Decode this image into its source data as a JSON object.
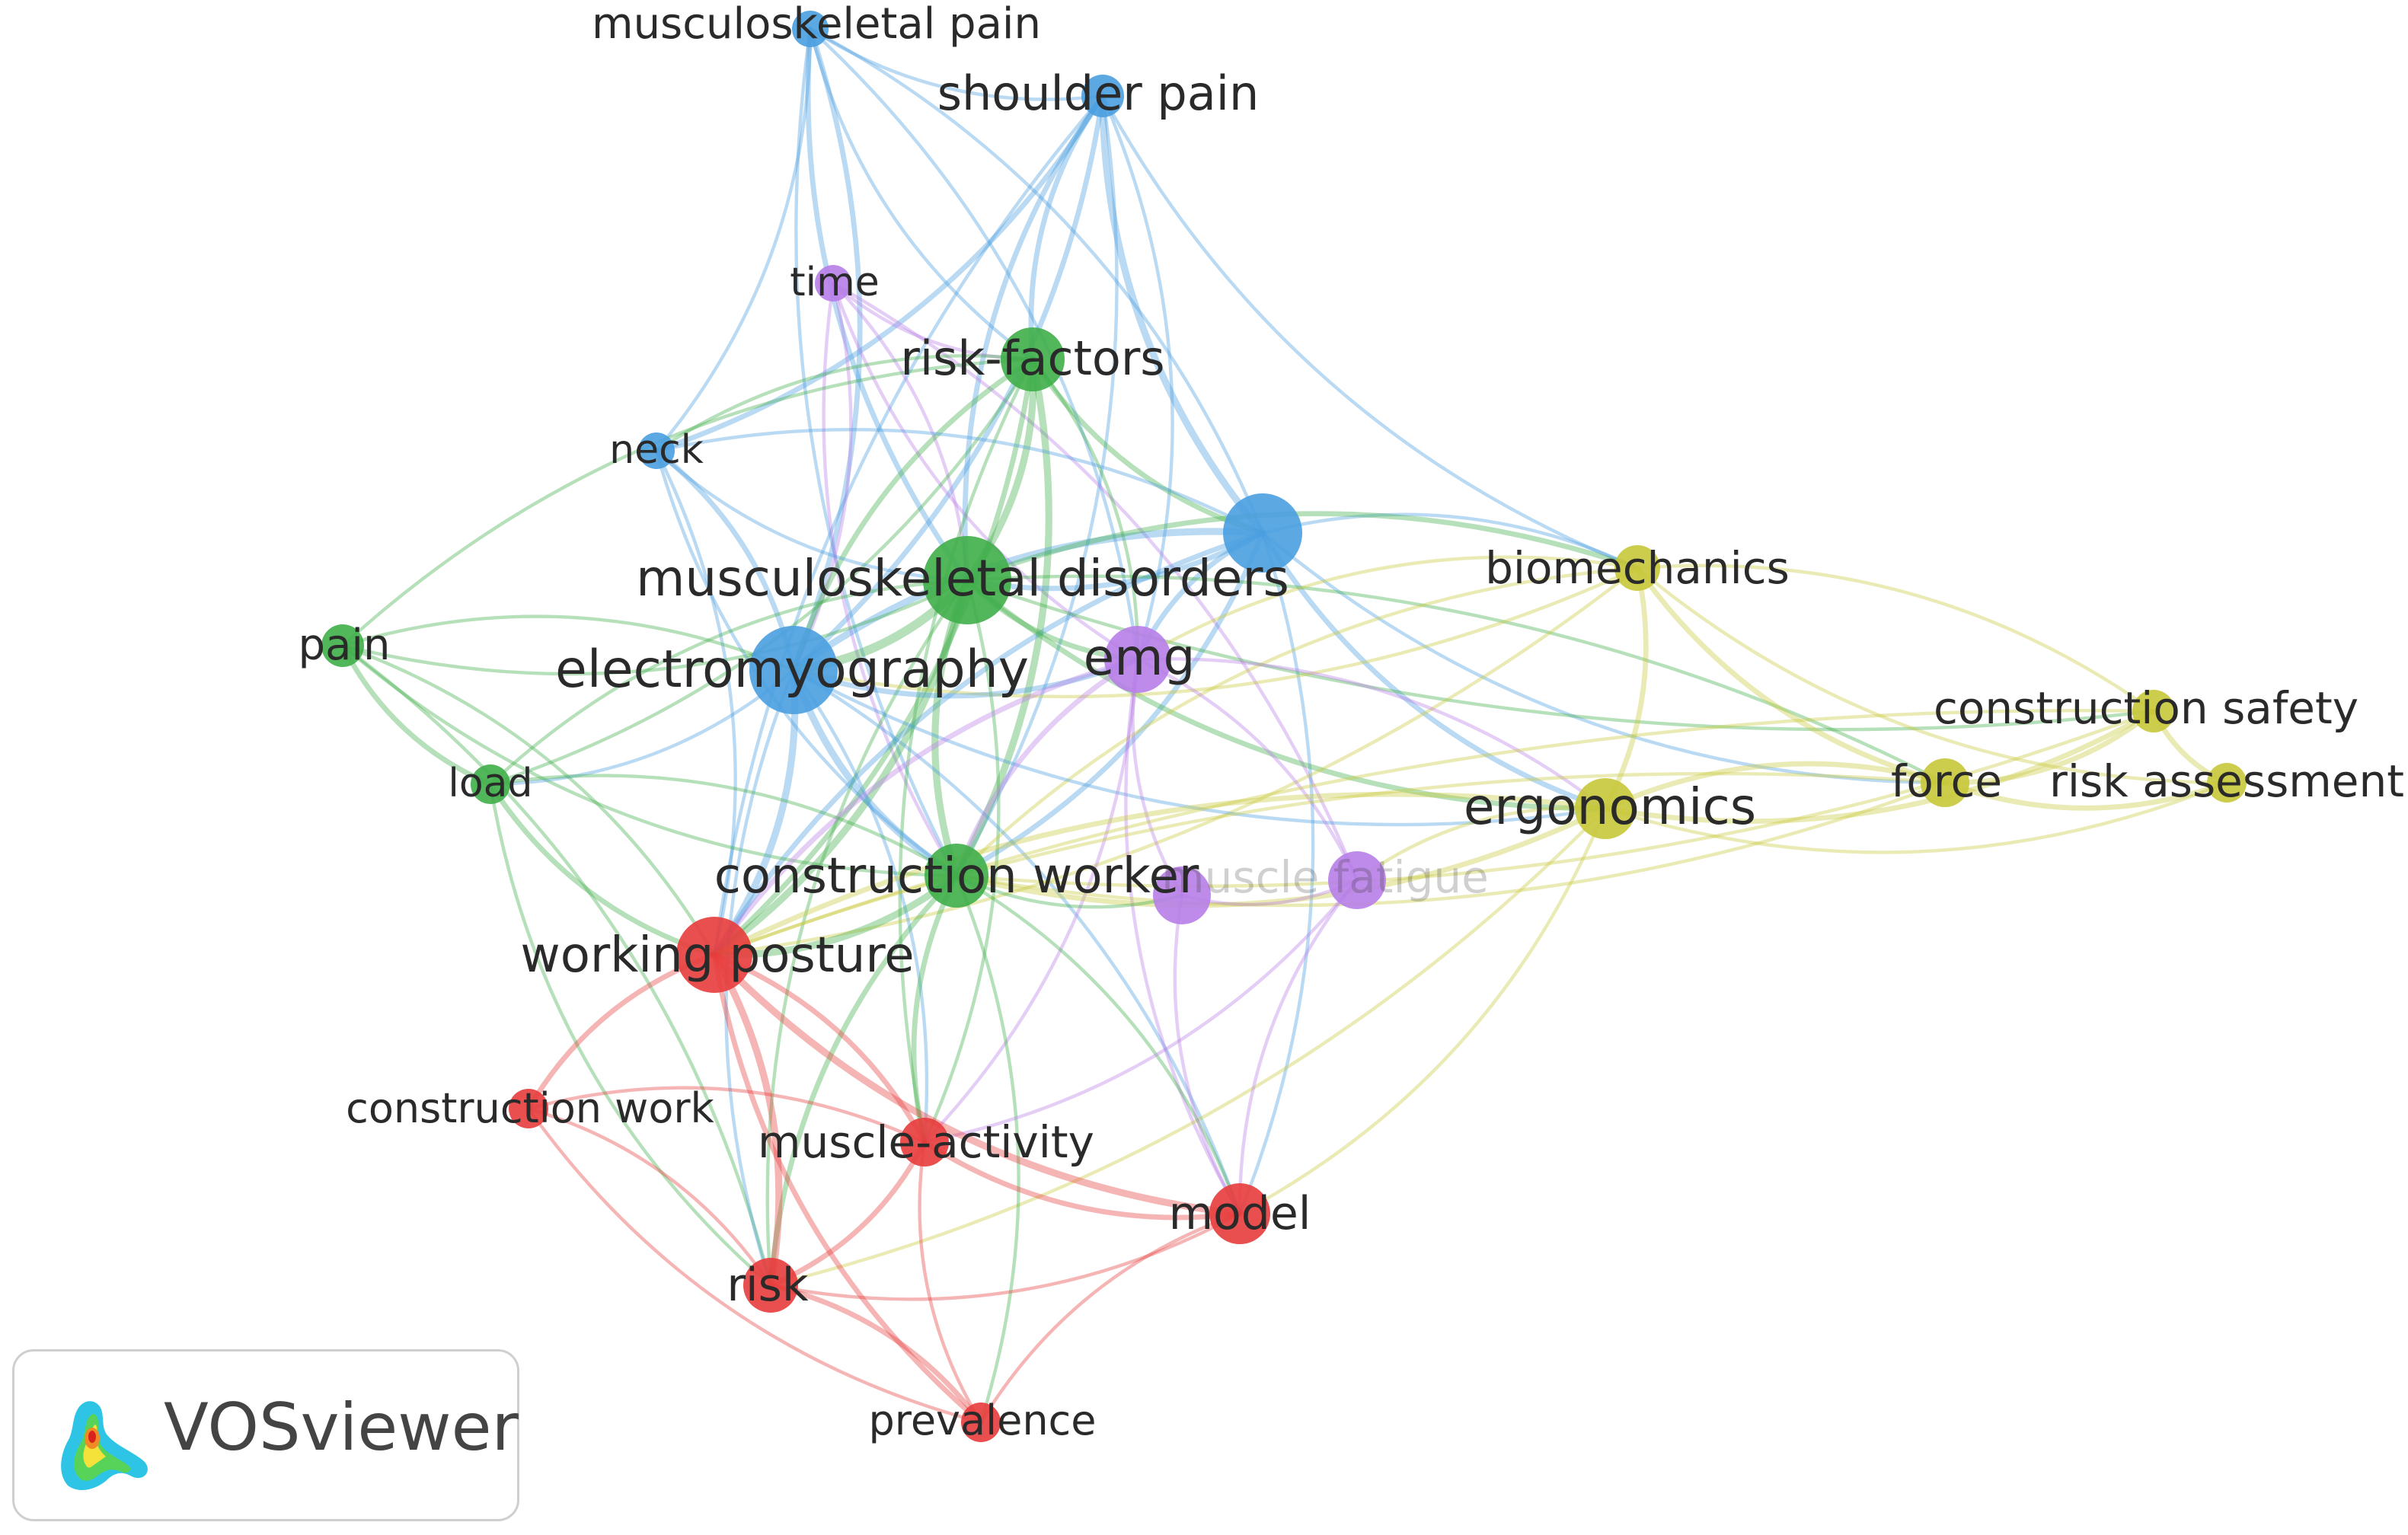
{
  "clusters": {
    "red": "#e83c3c",
    "green": "#3fae49",
    "blue": "#4a9fe0",
    "yellow": "#c8c83a",
    "purple": "#b77ee8"
  },
  "nodes": [
    {
      "id": "musculoskeletal-pain",
      "label": "musculoskeletal pain",
      "cluster": "blue",
      "weight": 1
    },
    {
      "id": "shoulder-pain",
      "label": "shoulder pain",
      "cluster": "blue",
      "weight": 2
    },
    {
      "id": "time",
      "label": "time",
      "cluster": "purple",
      "weight": 1
    },
    {
      "id": "risk-factors",
      "label": "risk-factors",
      "cluster": "green",
      "weight": 3
    },
    {
      "id": "neck",
      "label": "neck",
      "cluster": "blue",
      "weight": 1
    },
    {
      "id": "blue-hub",
      "label": "",
      "cluster": "blue",
      "weight": 4
    },
    {
      "id": "musculoskeletal-disorders",
      "label": "musculoskeletal disorders",
      "cluster": "green",
      "weight": 4
    },
    {
      "id": "biomechanics",
      "label": "biomechanics",
      "cluster": "yellow",
      "weight": 2
    },
    {
      "id": "pain",
      "label": "pain",
      "cluster": "green",
      "weight": 1
    },
    {
      "id": "electromyography",
      "label": "electromyography",
      "cluster": "blue",
      "weight": 5
    },
    {
      "id": "emg",
      "label": "emg",
      "cluster": "purple",
      "weight": 3
    },
    {
      "id": "construction-safety",
      "label": "construction safety",
      "cluster": "yellow",
      "weight": 1
    },
    {
      "id": "load",
      "label": "load",
      "cluster": "green",
      "weight": 1
    },
    {
      "id": "ergonomics",
      "label": "ergonomics",
      "cluster": "yellow",
      "weight": 3
    },
    {
      "id": "force",
      "label": "force",
      "cluster": "yellow",
      "weight": 2
    },
    {
      "id": "risk-assessment",
      "label": "risk assessment",
      "cluster": "yellow",
      "weight": 1
    },
    {
      "id": "construction-worker",
      "label": "construction worker",
      "cluster": "green",
      "weight": 3
    },
    {
      "id": "muscle-fatigue",
      "label": "muscle fatigue",
      "cluster": "purple",
      "weight": 2
    },
    {
      "id": "purple-node-2",
      "label": "",
      "cluster": "purple",
      "weight": 2
    },
    {
      "id": "working-posture",
      "label": "working posture",
      "cluster": "red",
      "weight": 4
    },
    {
      "id": "construction-work",
      "label": "construction work",
      "cluster": "red",
      "weight": 1
    },
    {
      "id": "muscle-activity",
      "label": "muscle-activity",
      "cluster": "red",
      "weight": 2
    },
    {
      "id": "model",
      "label": "model",
      "cluster": "red",
      "weight": 3
    },
    {
      "id": "risk",
      "label": "risk",
      "cluster": "red",
      "weight": 2
    },
    {
      "id": "prevalence",
      "label": "prevalence",
      "cluster": "red",
      "weight": 1
    }
  ],
  "links": [
    [
      "musculoskeletal-pain",
      "shoulder-pain",
      1
    ],
    [
      "musculoskeletal-pain",
      "electromyography",
      2
    ],
    [
      "musculoskeletal-pain",
      "musculoskeletal-disorders",
      2
    ],
    [
      "musculoskeletal-pain",
      "neck",
      1
    ],
    [
      "musculoskeletal-pain",
      "risk-factors",
      1
    ],
    [
      "musculoskeletal-pain",
      "blue-hub",
      1
    ],
    [
      "musculoskeletal-pain",
      "construction-worker",
      1
    ],
    [
      "musculoskeletal-pain",
      "emg",
      1
    ],
    [
      "shoulder-pain",
      "blue-hub",
      3
    ],
    [
      "shoulder-pain",
      "electromyography",
      2
    ],
    [
      "shoulder-pain",
      "risk-factors",
      2
    ],
    [
      "shoulder-pain",
      "neck",
      2
    ],
    [
      "shoulder-pain",
      "musculoskeletal-disorders",
      2
    ],
    [
      "shoulder-pain",
      "construction-worker",
      1
    ],
    [
      "shoulder-pain",
      "biomechanics",
      1
    ],
    [
      "shoulder-pain",
      "emg",
      1
    ],
    [
      "shoulder-pain",
      "working-posture",
      1
    ],
    [
      "time",
      "musculoskeletal-disorders",
      1
    ],
    [
      "time",
      "emg",
      1
    ],
    [
      "time",
      "electromyography",
      1
    ],
    [
      "time",
      "risk-factors",
      1
    ],
    [
      "time",
      "muscle-fatigue",
      1
    ],
    [
      "time",
      "construction-worker",
      1
    ],
    [
      "risk-factors",
      "musculoskeletal-disorders",
      3
    ],
    [
      "risk-factors",
      "electromyography",
      2
    ],
    [
      "risk-factors",
      "construction-worker",
      3
    ],
    [
      "risk-factors",
      "neck",
      1
    ],
    [
      "risk-factors",
      "working-posture",
      2
    ],
    [
      "risk-factors",
      "pain",
      1
    ],
    [
      "risk-factors",
      "emg",
      1
    ],
    [
      "risk-factors",
      "blue-hub",
      2
    ],
    [
      "risk-factors",
      "load",
      1
    ],
    [
      "risk-factors",
      "muscle-activity",
      1
    ],
    [
      "neck",
      "electromyography",
      2
    ],
    [
      "neck",
      "musculoskeletal-disorders",
      1
    ],
    [
      "neck",
      "blue-hub",
      1
    ],
    [
      "neck",
      "construction-worker",
      1
    ],
    [
      "neck",
      "working-posture",
      1
    ],
    [
      "blue-hub",
      "electromyography",
      3
    ],
    [
      "blue-hub",
      "musculoskeletal-disorders",
      2
    ],
    [
      "blue-hub",
      "emg",
      2
    ],
    [
      "blue-hub",
      "biomechanics",
      1
    ],
    [
      "blue-hub",
      "ergonomics",
      2
    ],
    [
      "blue-hub",
      "construction-worker",
      2
    ],
    [
      "blue-hub",
      "working-posture",
      2
    ],
    [
      "blue-hub",
      "model",
      1
    ],
    [
      "blue-hub",
      "force",
      1
    ],
    [
      "musculoskeletal-disorders",
      "electromyography",
      4
    ],
    [
      "musculoskeletal-disorders",
      "construction-worker",
      3
    ],
    [
      "musculoskeletal-disorders",
      "working-posture",
      3
    ],
    [
      "musculoskeletal-disorders",
      "emg",
      2
    ],
    [
      "musculoskeletal-disorders",
      "biomechanics",
      2
    ],
    [
      "musculoskeletal-disorders",
      "ergonomics",
      2
    ],
    [
      "musculoskeletal-disorders",
      "pain",
      1
    ],
    [
      "musculoskeletal-disorders",
      "load",
      1
    ],
    [
      "musculoskeletal-disorders",
      "force",
      1
    ],
    [
      "musculoskeletal-disorders",
      "construction-safety",
      1
    ],
    [
      "musculoskeletal-disorders",
      "muscle-activity",
      1
    ],
    [
      "musculoskeletal-disorders",
      "risk",
      1
    ],
    [
      "biomechanics",
      "ergonomics",
      2
    ],
    [
      "biomechanics",
      "force",
      2
    ],
    [
      "biomechanics",
      "construction-safety",
      1
    ],
    [
      "biomechanics",
      "risk-assessment",
      1
    ],
    [
      "biomechanics",
      "electromyography",
      1
    ],
    [
      "biomechanics",
      "emg",
      1
    ],
    [
      "biomechanics",
      "working-posture",
      1
    ],
    [
      "biomechanics",
      "construction-worker",
      1
    ],
    [
      "pain",
      "electromyography",
      1
    ],
    [
      "pain",
      "load",
      2
    ],
    [
      "pain",
      "working-posture",
      1
    ],
    [
      "pain",
      "construction-worker",
      1
    ],
    [
      "pain",
      "risk",
      1
    ],
    [
      "electromyography",
      "emg",
      2
    ],
    [
      "electromyography",
      "working-posture",
      3
    ],
    [
      "electromyography",
      "construction-worker",
      3
    ],
    [
      "electromyography",
      "load",
      1
    ],
    [
      "electromyography",
      "ergonomics",
      1
    ],
    [
      "electromyography",
      "muscle-activity",
      1
    ],
    [
      "electromyography",
      "risk",
      1
    ],
    [
      "electromyography",
      "model",
      1
    ],
    [
      "emg",
      "construction-worker",
      2
    ],
    [
      "emg",
      "muscle-fatigue",
      1
    ],
    [
      "emg",
      "purple-node-2",
      1
    ],
    [
      "emg",
      "ergonomics",
      1
    ],
    [
      "emg",
      "working-posture",
      2
    ],
    [
      "emg",
      "muscle-activity",
      1
    ],
    [
      "emg",
      "model",
      1
    ],
    [
      "construction-safety",
      "force",
      2
    ],
    [
      "construction-safety",
      "risk-assessment",
      2
    ],
    [
      "construction-safety",
      "ergonomics",
      2
    ],
    [
      "construction-safety",
      "working-posture",
      1
    ],
    [
      "construction-safety",
      "construction-worker",
      1
    ],
    [
      "load",
      "working-posture",
      2
    ],
    [
      "load",
      "construction-worker",
      1
    ],
    [
      "load",
      "risk",
      1
    ],
    [
      "ergonomics",
      "force",
      2
    ],
    [
      "ergonomics",
      "risk-assessment",
      1
    ],
    [
      "ergonomics",
      "construction-worker",
      2
    ],
    [
      "ergonomics",
      "working-posture",
      2
    ],
    [
      "ergonomics",
      "risk",
      1
    ],
    [
      "ergonomics",
      "muscle-fatigue",
      1
    ],
    [
      "ergonomics",
      "model",
      1
    ],
    [
      "force",
      "risk-assessment",
      2
    ],
    [
      "force",
      "construction-worker",
      1
    ],
    [
      "force",
      "working-posture",
      1
    ],
    [
      "construction-worker",
      "working-posture",
      3
    ],
    [
      "construction-worker",
      "muscle-activity",
      2
    ],
    [
      "construction-worker",
      "model",
      1
    ],
    [
      "construction-worker",
      "risk",
      2
    ],
    [
      "construction-worker",
      "prevalence",
      1
    ],
    [
      "construction-worker",
      "purple-node-2",
      1
    ],
    [
      "muscle-fatigue",
      "purple-node-2",
      1
    ],
    [
      "muscle-fatigue",
      "model",
      1
    ],
    [
      "muscle-fatigue",
      "muscle-activity",
      1
    ],
    [
      "working-posture",
      "construction-work",
      2
    ],
    [
      "working-posture",
      "muscle-activity",
      2
    ],
    [
      "working-posture",
      "model",
      3
    ],
    [
      "working-posture",
      "risk",
      3
    ],
    [
      "working-posture",
      "prevalence",
      2
    ],
    [
      "construction-work",
      "risk",
      1
    ],
    [
      "construction-work",
      "prevalence",
      1
    ],
    [
      "construction-work",
      "muscle-activity",
      1
    ],
    [
      "muscle-activity",
      "model",
      2
    ],
    [
      "muscle-activity",
      "risk",
      2
    ],
    [
      "muscle-activity",
      "prevalence",
      1
    ],
    [
      "model",
      "risk",
      1
    ],
    [
      "model",
      "prevalence",
      1
    ],
    [
      "risk",
      "prevalence",
      2
    ],
    [
      "purple-node-2",
      "model",
      1
    ]
  ],
  "logo": {
    "text": "VOSviewer",
    "icon": "vosviewer-heatmap-icon"
  }
}
